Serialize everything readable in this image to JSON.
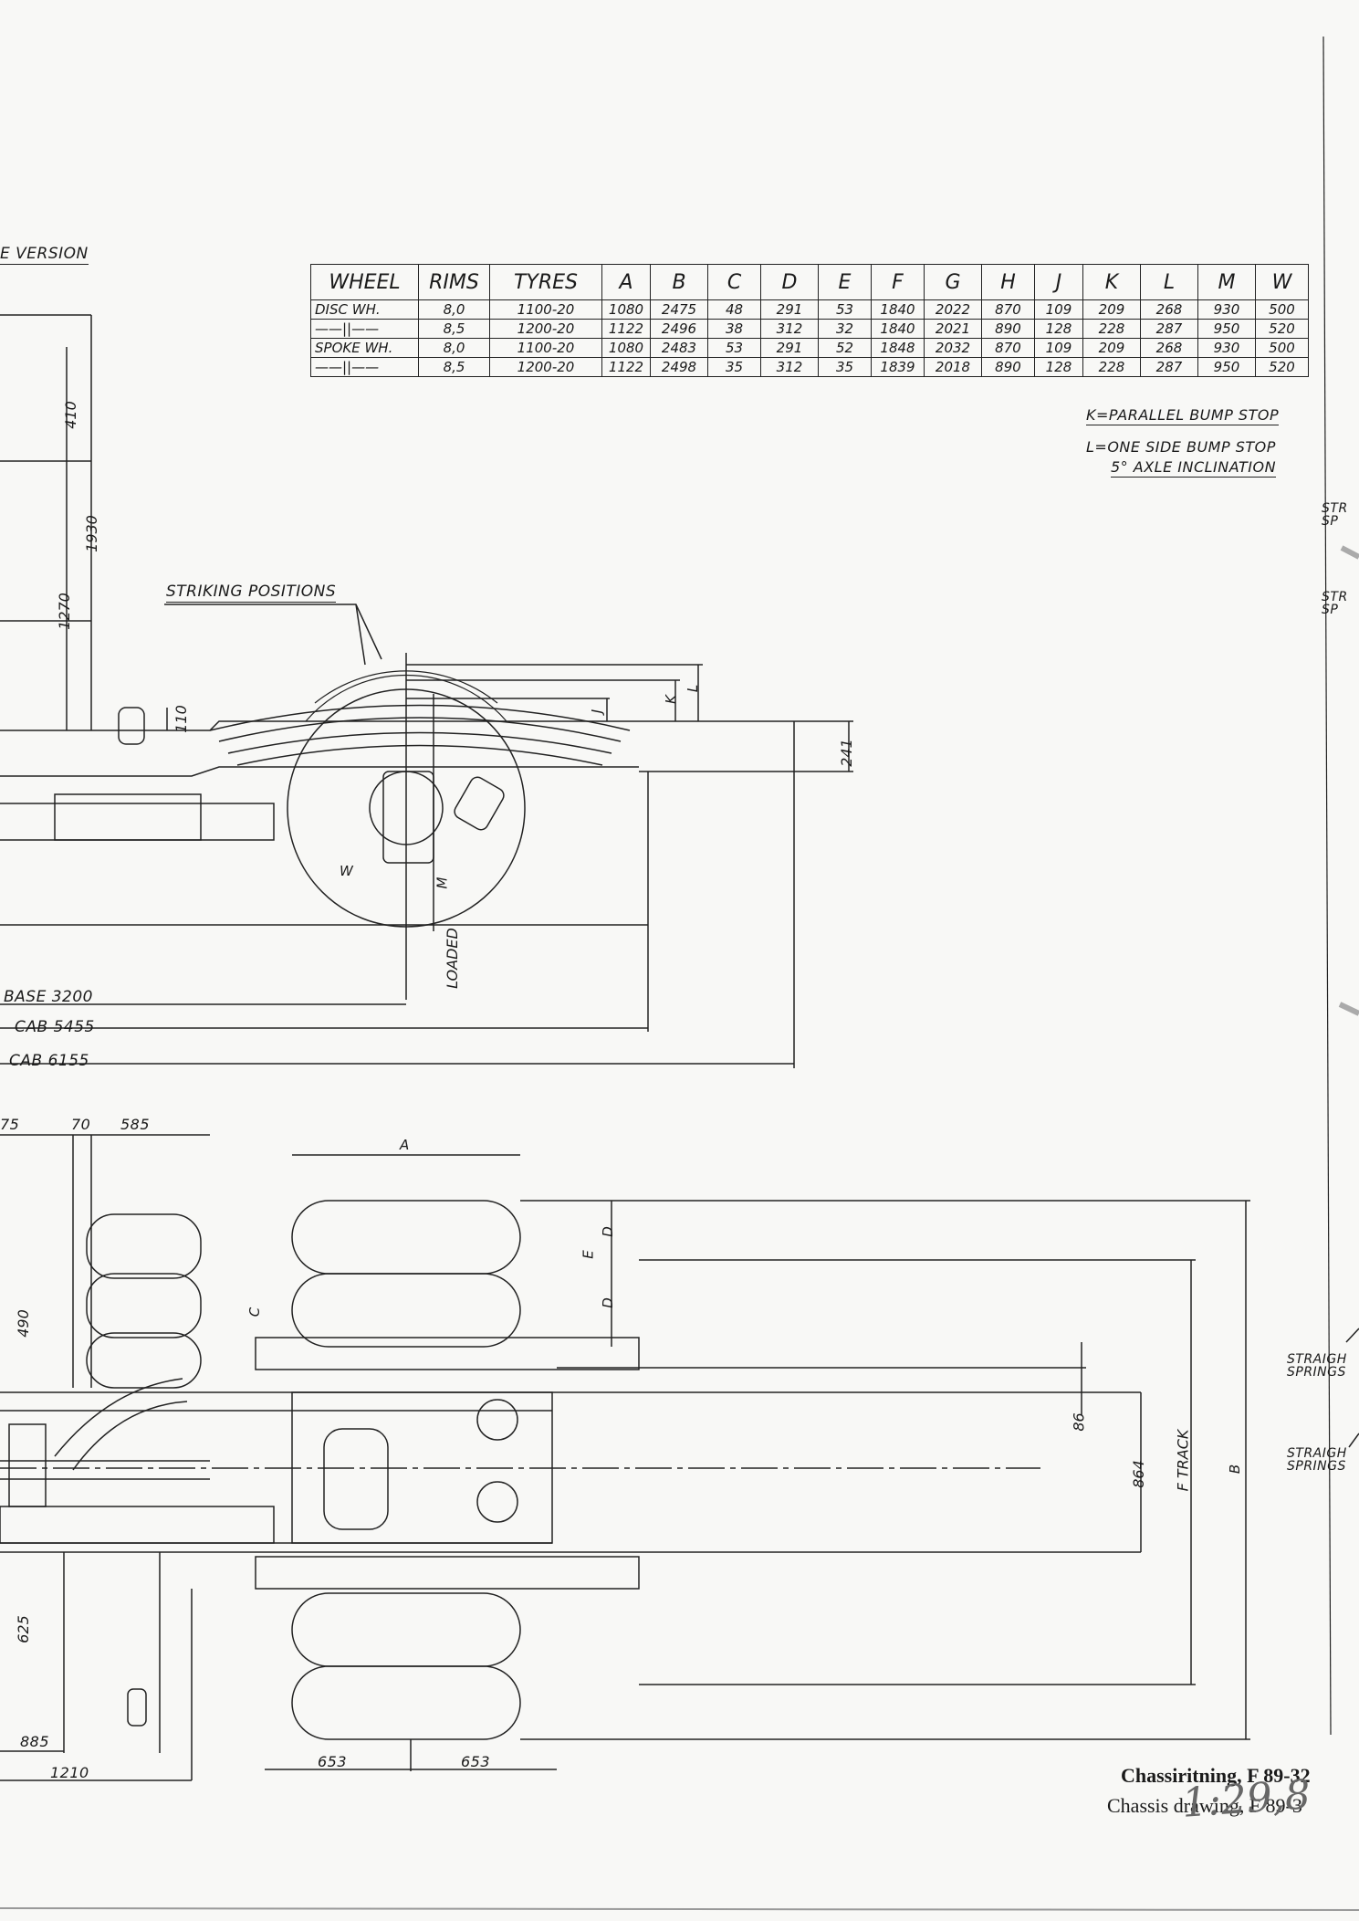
{
  "labels": {
    "version": "E VERSION",
    "striking_positions": "STRIKING POSITIONS",
    "k_parallel": "K=PARALLEL BUMP STOP",
    "l_one_side": "L=ONE SIDE BUMP STOP",
    "axle_incl": "5° AXLE INCLINATION",
    "str1": "STR",
    "spr1": "SP",
    "str2": "STR",
    "spr2": "SP",
    "straight1": "STRAIGH",
    "springs1": "SPRINGS",
    "straight2": "STRAIGH",
    "springs2": "SPRINGS",
    "base": "BASE  3200",
    "cab1": "CAB   5455",
    "cab2": "CAB  6155",
    "loaded": "LOADED",
    "track": "F TRACK"
  },
  "dimensions": {
    "d410": "410",
    "d1930": "1930",
    "d1270": "1270",
    "d110": "110",
    "d241": "241",
    "d75": "75",
    "d70": "70",
    "d585": "585",
    "d490": "490",
    "d625": "625",
    "d885": "885",
    "d1210": "1210",
    "d653a": "653",
    "d653b": "653",
    "d86": "86",
    "d864": "864"
  },
  "letters": {
    "A": "A",
    "B": "B",
    "C": "C",
    "D1": "D",
    "D2": "D",
    "E": "E",
    "J": "J",
    "K": "K",
    "L": "L",
    "M": "M",
    "W": "W"
  },
  "table": {
    "headers": [
      "WHEEL",
      "RIMS",
      "TYRES",
      "A",
      "B",
      "C",
      "D",
      "E",
      "F",
      "G",
      "H",
      "J",
      "K",
      "L",
      "M",
      "W"
    ],
    "rows": [
      [
        "DISC WH.",
        "8,0",
        "1100-20",
        "1080",
        "2475",
        "48",
        "291",
        "53",
        "1840",
        "2022",
        "870",
        "109",
        "209",
        "268",
        "930",
        "500"
      ],
      [
        "——||——",
        "8,5",
        "1200-20",
        "1122",
        "2496",
        "38",
        "312",
        "32",
        "1840",
        "2021",
        "890",
        "128",
        "228",
        "287",
        "950",
        "520"
      ],
      [
        "SPOKE WH.",
        "8,0",
        "1100-20",
        "1080",
        "2483",
        "53",
        "291",
        "52",
        "1848",
        "2032",
        "870",
        "109",
        "209",
        "268",
        "930",
        "500"
      ],
      [
        "——||——",
        "8,5",
        "1200-20",
        "1122",
        "2498",
        "35",
        "312",
        "35",
        "1839",
        "2018",
        "890",
        "128",
        "228",
        "287",
        "950",
        "520"
      ]
    ]
  },
  "caption": {
    "line1": "Chassiritning, F 89-32",
    "line2": "Chassis drawing, F 89-3"
  },
  "scale_note": "1:29,8"
}
